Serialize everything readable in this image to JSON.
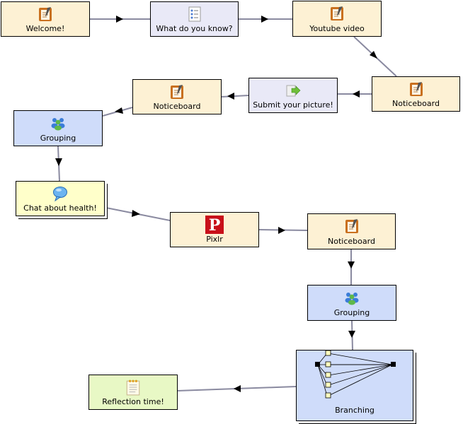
{
  "activities": {
    "welcome": {
      "label": "Welcome!",
      "icon": "noticeboard-icon"
    },
    "quiz": {
      "label": "What do you know?",
      "icon": "checklist-icon"
    },
    "youtube": {
      "label": "Youtube video",
      "icon": "noticeboard-icon"
    },
    "noticeboard1": {
      "label": "Noticeboard",
      "icon": "noticeboard-icon"
    },
    "submit": {
      "label": "Submit your picture!",
      "icon": "submit-files-icon"
    },
    "noticeboard2": {
      "label": "Noticeboard",
      "icon": "noticeboard-icon"
    },
    "grouping1": {
      "label": "Grouping",
      "icon": "group-people-icon"
    },
    "chat": {
      "label": "Chat about health!",
      "icon": "speech-bubble-icon"
    },
    "pixlr": {
      "label": "Pixlr",
      "icon": "pixlr-logo-icon"
    },
    "noticeboard3": {
      "label": "Noticeboard",
      "icon": "noticeboard-icon"
    },
    "grouping2": {
      "label": "Grouping",
      "icon": "group-people-icon"
    },
    "branching": {
      "label": "Branching",
      "icon": "branching-diagram-icon"
    },
    "reflection": {
      "label": "Reflection time!",
      "icon": "notepad-icon"
    }
  },
  "colors": {
    "noticeboard": "#fdf1d4",
    "quiz": "#e9e9f7",
    "grouping": "#cfdcfa",
    "chat": "#ffffca",
    "reflection": "#e8f8c5",
    "connector": "#8a8aa0",
    "arrowhead": "#000000"
  }
}
